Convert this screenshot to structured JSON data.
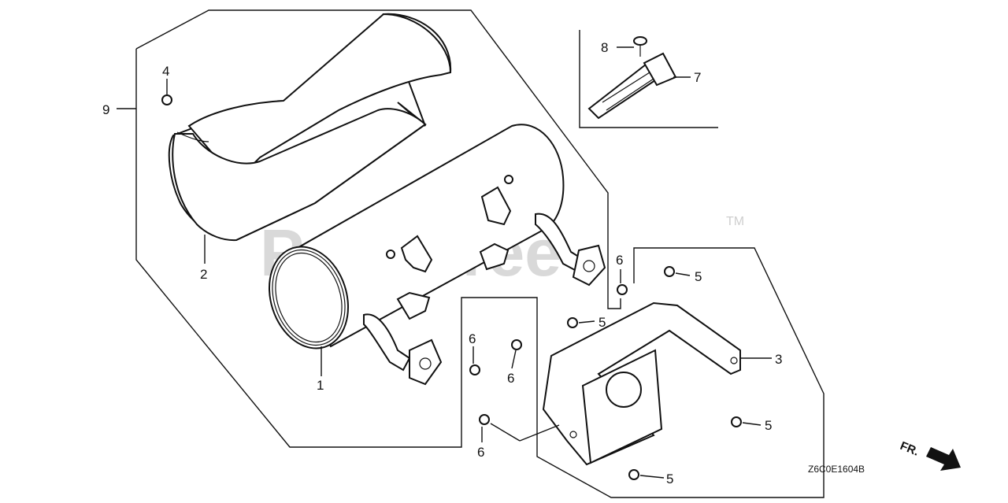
{
  "callouts": {
    "c1": "1",
    "c2": "2",
    "c3": "3",
    "c4": "4",
    "c5a": "5",
    "c5b": "5",
    "c5c": "5",
    "c5d": "5",
    "c6a": "6",
    "c6b": "6",
    "c6c": "6",
    "c6d": "6",
    "c7": "7",
    "c8": "8",
    "c9": "9"
  },
  "diagram_code": "Z6C0E1604B",
  "front_marker": "FR.",
  "watermark": {
    "text": "PartsTree",
    "trademark": "TM"
  }
}
